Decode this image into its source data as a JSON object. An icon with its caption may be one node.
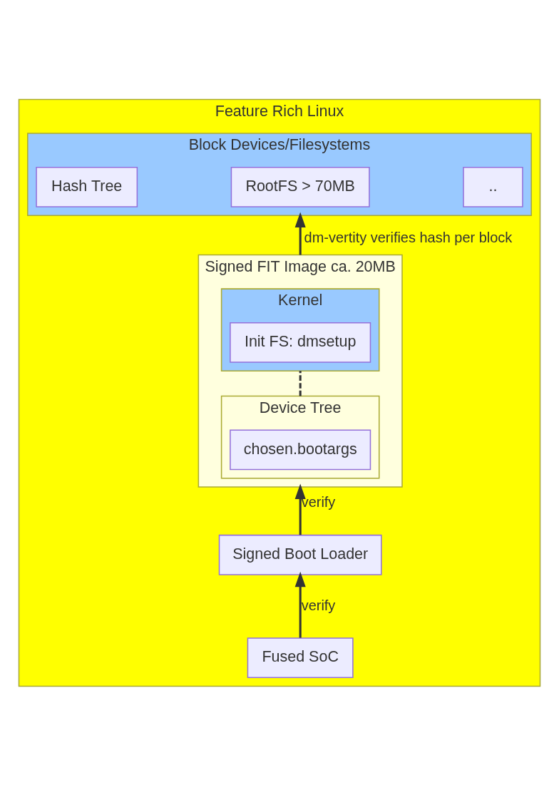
{
  "diagram": {
    "nodes": [
      {
        "text": [
          "Feature Rich Linux"
        ]
      },
      {
        "text": [
          "Block Devices/Filesystems"
        ],
        "in": 0
      },
      {
        "text": [
          "Hash Tree"
        ],
        "in": 1
      },
      {
        "text": [
          "RootFS > 70MB"
        ],
        "in": 1
      },
      {
        "text": [
          ".."
        ],
        "in": 1
      },
      {
        "text": [
          "Signed FIT Image ca. 20MB"
        ],
        "in": 0
      },
      {
        "text": [
          "Kernel"
        ],
        "in": 5
      },
      {
        "text": [
          "Init FS: dmsetup"
        ],
        "in": 6
      },
      {
        "text": [
          "Device Tree"
        ],
        "in": 5
      },
      {
        "text": [
          "chosen.bootargs"
        ],
        "in": 8
      },
      {
        "text": [
          "Signed Boot Loader"
        ],
        "in": 0
      },
      {
        "text": [
          "Fused SoC"
        ],
        "in": 0
      }
    ],
    "edges": [
      {
        "from": 5,
        "to": 1,
        "arrow": "to",
        "label": "dm-vertity verifies hash per block"
      },
      {
        "from": 8,
        "to": 6,
        "arrow": "none",
        "style": "dashed"
      },
      {
        "from": 10,
        "to": 5,
        "arrow": "to",
        "label": "verify"
      },
      {
        "from": 11,
        "to": 10,
        "arrow": "to",
        "label": "verify"
      }
    ]
  }
}
